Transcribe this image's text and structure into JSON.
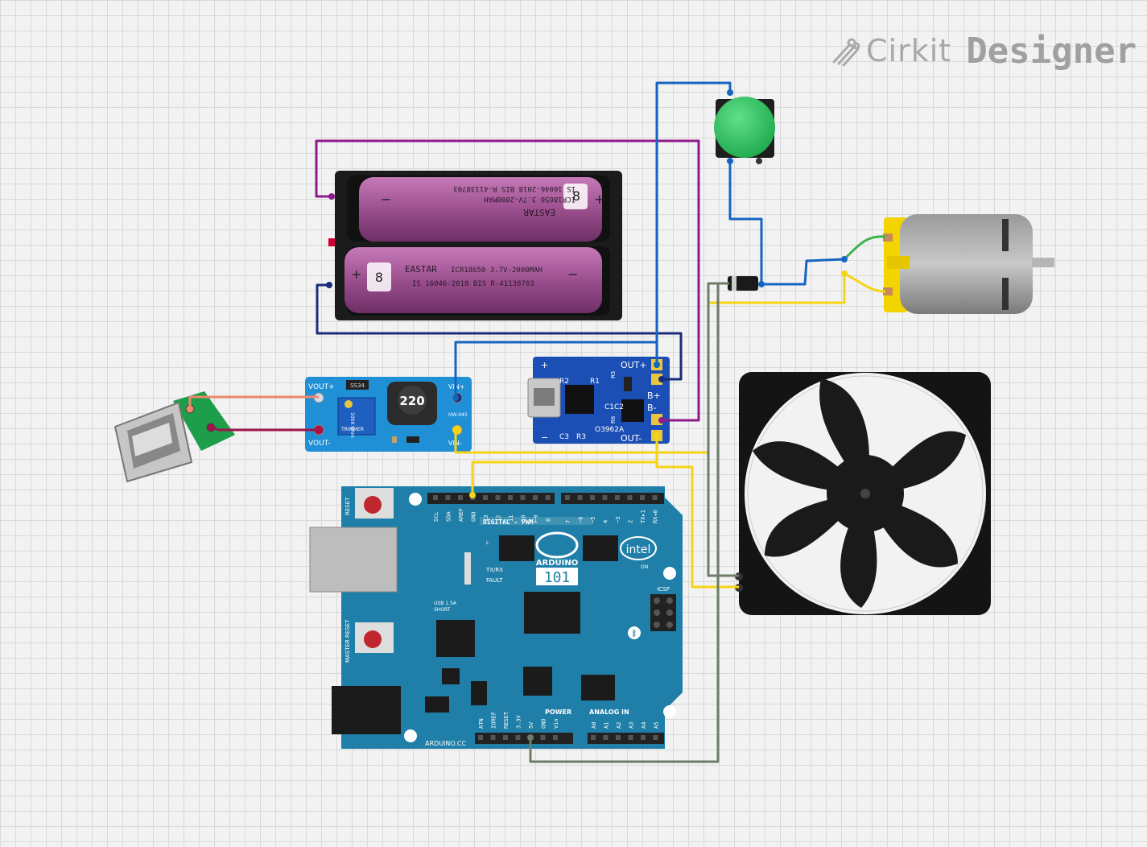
{
  "brand": {
    "prefix": "Cirkit",
    "name": "Designer",
    "icon": "cirkit-logo-icon"
  },
  "battery": {
    "cell_top": {
      "brand": "EASTAR",
      "text": "ICR18650 3.7V-2000MAH",
      "std": "IS 16046-2018 BIS R-41138703"
    },
    "cell_bottom": {
      "brand": "EASTAR",
      "text": "ICR18650 3.7V-2000MAH",
      "std": "IS 16046-2018 BIS R-41138703"
    },
    "plus": "+",
    "minus": "−"
  },
  "boost": {
    "vout_plus": "VOUT+",
    "vout_minus": "VOUT-",
    "vin_plus": "VIN+",
    "vin_minus": "VIN-",
    "inductor": "220",
    "diode": "SS34",
    "trimmer": "TRIMMER",
    "pot": "100K Ohm",
    "model": "HW-045"
  },
  "charger": {
    "out_plus": "OUT+",
    "out_minus": "OUT-",
    "b_plus": "B+",
    "b_minus": "B-",
    "r2": "R2",
    "r1": "R1",
    "r3": "R3",
    "r5": "R5",
    "r6": "R6",
    "c1c2": "C1C2",
    "c3": "C3",
    "chip": "O3962A",
    "plus": "+",
    "minus": "−"
  },
  "arduino": {
    "brand": "ARDUINO",
    "model": "101",
    "intel": "intel",
    "on": "ON",
    "l": "L",
    "txrx": "TX/RX",
    "fault": "FAULT",
    "usb": "USB 1.5A",
    "short": "SHORT",
    "reset": "RESET",
    "master_reset": "MASTER RESET",
    "icsp": "ICSP",
    "digital": "DIGITAL - PWM~",
    "power": "POWER",
    "analog": "ANALOG IN",
    "site": "ARDUINO.CC",
    "digital_pins": [
      "SCL",
      "SDA",
      "AREF",
      "GND",
      "13",
      "12",
      "11",
      "10",
      "~9",
      "8"
    ],
    "digital_pins2": [
      "7",
      "~6",
      "~5",
      "4",
      "~3",
      "2",
      "TX▸1",
      "RX◂0"
    ],
    "power_pins": [
      "ATN",
      "IOREF",
      "RESET",
      "3.3V",
      "5V",
      "GND",
      "Vin"
    ],
    "analog_pins": [
      "A0",
      "A1",
      "A2",
      "A3",
      "A4",
      "A5"
    ]
  },
  "wire_colors": {
    "purple": "#8e1a8c",
    "navy": "#1a2c7a",
    "blue": "#1565c0",
    "salmon": "#f08a6c",
    "crimson": "#a0144a",
    "yellow": "#f5d416",
    "gray_green": "#6d7d68",
    "green": "#3cb44b"
  }
}
